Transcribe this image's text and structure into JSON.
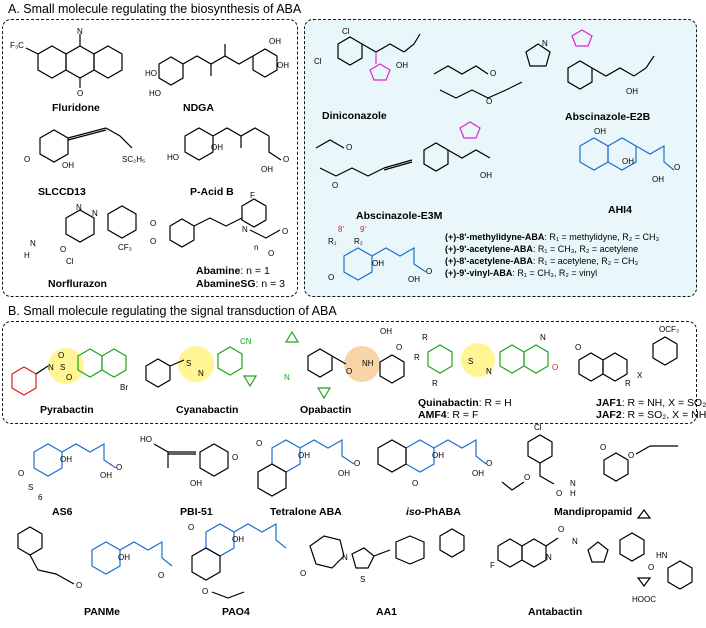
{
  "sectionA": {
    "title": "A. Small molecule regulating the biosynthesis of ABA",
    "compounds": {
      "fluridone": "Fluridone",
      "ndga": "NDGA",
      "slccd13": "SLCCD13",
      "pacidb": "P-Acid B",
      "norflurazon": "Norflurazon",
      "abamine": "Abamine",
      "abamine_n": ": n = 1",
      "abaminesg": "AbamineSG",
      "abaminesg_n": ": n = 3",
      "diniconazole": "Diniconazole",
      "abscinazole_e2b": "Abscinazole-E2B",
      "abscinazole_e3m": "Abscinazole-E3M",
      "ahi4": "AHI4"
    },
    "analogs": [
      {
        "name": "(+)-8'-methylidyne-ABA",
        "desc": ": R₁ = methylidyne, R₂ = CH₃"
      },
      {
        "name": "(+)-9'-acetylene-ABA",
        "desc": ": R₁ = CH₃, R₂ = acetylene"
      },
      {
        "name": "(+)-8'-acetylene-ABA",
        "desc": ": R₁ = acetylene, R₂ = CH₃"
      },
      {
        "name": "(+)-9'-vinyl-ABA",
        "desc": ": R₁ = CH₃, R₂ = vinyl"
      }
    ],
    "labels": {
      "r8": "8'",
      "r9": "9'",
      "r1": "R₁",
      "r2": "R₂",
      "n": "n"
    }
  },
  "sectionB": {
    "title": "B. Small molecule regulating the signal transduction of ABA",
    "compounds": {
      "pyrabactin": "Pyrabactin",
      "cyanabactin": "Cyanabactin",
      "opabactin": "Opabactin",
      "quinabactin": "Quinabactin",
      "quinabactin_r": ": R = H",
      "amf4": "AMF4",
      "amf4_r": ": R = F",
      "jaf1": "JAF1",
      "jaf1_r": ": R = NH, X = SO₂",
      "jaf2": "JAF2",
      "jaf2_r": ": R = SO₂, X = NH",
      "as6": "AS6",
      "pbi51": "PBI-51",
      "tetralone": "Tetralone ABA",
      "isophaba_prefix": "iso",
      "isophaba_suffix": "-PhABA",
      "mandipropamid": "Mandipropamid",
      "panme": "PANMe",
      "pao4": "PAO4",
      "aa1": "AA1",
      "antabactin": "Antabactin"
    }
  },
  "colors": {
    "blue": "#1e6fd2",
    "green": "#1da51d",
    "magenta": "#e023d6",
    "red": "#e02020",
    "panel": "#e9f7fb",
    "yellow": "#fff27a",
    "peach": "#f9cfa0"
  }
}
